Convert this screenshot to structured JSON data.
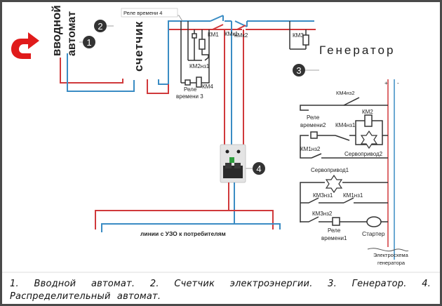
{
  "labels": {
    "vvodnoy": "вводной",
    "avtomat": "автомат",
    "schetchik": "счетчик",
    "generator": "Генератор",
    "rele_vremeni_4": "Реле времени 4",
    "km1": "КМ1",
    "kmk1": "КМк1",
    "kmk2": "КМк2",
    "km3": "КМ3",
    "km2nz1": "КМ2нз1",
    "km4": "КМ4",
    "rele_vremeni_3_line1": "Реле",
    "rele_vremeni_3_line2": "времени 3",
    "plus": "+",
    "minus": "-",
    "km4nz2": "КМ4нз2",
    "km2": "КМ2",
    "rele_vremeni_2_line1": "Реле",
    "rele_vremeni_2_line2": "времени2",
    "km4nz1": "КМ4нз1",
    "km1nz2": "КМ1нз2",
    "servoprivod2": "Сервопривод2",
    "servoprivod1": "Сервопривод1",
    "km3nz1": "КМ3нз1",
    "km1nz1": "КМ1нз1",
    "km3nz2": "КМ3нз2",
    "rele_vremeni_1_line1": "Реле",
    "rele_vremeni_1_line2": "времени1",
    "starter": "Стартер",
    "elektroschema_line1": "Электросхема",
    "elektroschema_line2": "генератора",
    "lines_uzo": "линии с УЗО к потребителям"
  },
  "markers": [
    "1",
    "2",
    "3",
    "4"
  ],
  "colors": {
    "phase": "#d0393b",
    "neutral": "#3a8cc4",
    "wire": "#333333",
    "marker_bg": "#333333",
    "arrow": "#e01b1b",
    "breaker_green": "#2e9e3e"
  },
  "caption": "1. Вводной автомат. 2. Счетчик электроэнергии. 3. Генератор. 4. Распределительный автомат."
}
